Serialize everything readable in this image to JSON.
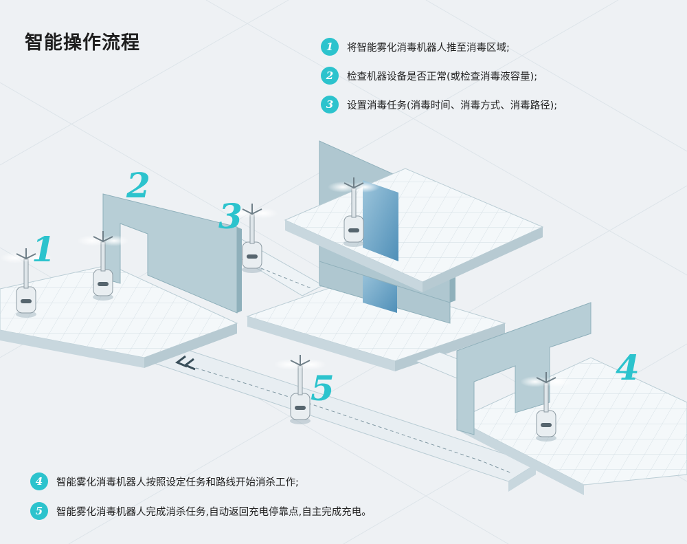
{
  "page": {
    "title": "智能操作流程"
  },
  "steps_top": [
    {
      "num": "1",
      "text": "将智能雾化消毒机器人推至消毒区域;"
    },
    {
      "num": "2",
      "text": "检查机器设备是否正常(或检查消毒液容量);"
    },
    {
      "num": "3",
      "text": "设置消毒任务(消毒时间、消毒方式、消毒路径);"
    }
  ],
  "steps_bottom": [
    {
      "num": "4",
      "text": "智能雾化消毒机器人按照设定任务和路线开始消杀工作;"
    },
    {
      "num": "5",
      "text": "智能雾化消毒机器人完成消杀任务,自动返回充电停靠点,自主完成充电。"
    }
  ],
  "zones": [
    "1",
    "2",
    "3",
    "4",
    "5"
  ],
  "colors": {
    "accent": "#2cc3cd",
    "wall": "#adc6cf",
    "wall_dark": "#8fb0bb",
    "floor": "#f4f8fa",
    "elevator": "#5fa0c8"
  },
  "icons": [
    "robot-icon",
    "elevator-icon",
    "return-arrow-icon"
  ]
}
